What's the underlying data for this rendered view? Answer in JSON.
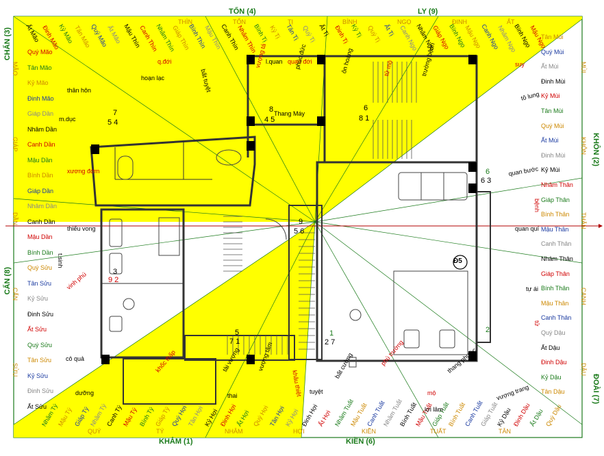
{
  "directions": {
    "top_left": "TỐN (4)",
    "top_right": "LY (9)",
    "right_top": "KHÔN (2)",
    "right_bottom": "ĐOÀI (7)",
    "bottom_left": "KHẢM (1)",
    "bottom_right": "KIỀN (6)",
    "left_top": "CHẤN (3)",
    "left_bottom": "CẤN (8)"
  },
  "top_ring": [
    "Ất Mão",
    "Đinh Mão",
    "Kỷ Mão",
    "Tân Mão",
    "Quý Mão",
    "Ất Mão",
    "Mậu Thìn",
    "Canh Thìn",
    "Nhâm Thìn",
    "Giáp Thìn",
    "Bính Thìn",
    "Mậu Thìn",
    "Canh Thìn",
    "Nhâm Thìn",
    "Bính Tị",
    "Kỷ Tị",
    "Tân Tị",
    "Quý Tị",
    "Ất Tị",
    "Đinh Tị",
    "Kỷ Tị",
    "Quý Tị",
    "Ất Tị",
    "Canh Ngọ",
    "Nhâm Ngọ",
    "Giáp Ngọ",
    "Bính Ngọ",
    "Mậu Ngọ",
    "Canh Ngọ",
    "Nhâm Ngọ",
    "Bính Ngọ",
    "Mậu Ngọ"
  ],
  "top_small": [
    "THÌN",
    "TỐN",
    "TỊ",
    "BÍNH",
    "NGỌ",
    "ĐINH",
    "ẤT"
  ],
  "right_ring": [
    "Tân Mùi",
    "Quý Mùi",
    "Ất Mùi",
    "Đinh Mùi",
    "Kỷ Mùi",
    "Tân Mùi",
    "Quý Mùi",
    "Ất Mùi",
    "Đinh Mùi",
    "Kỷ Mùi",
    "Nhâm Thân",
    "Giáp Thân",
    "Bính Thân",
    "Mậu Thân",
    "Canh Thân",
    "Nhâm Thân",
    "Giáp Thân",
    "Bính Thân",
    "Mậu Thân",
    "Canh Thân",
    "Quý Dậu",
    "Ất Dậu",
    "Đinh Dậu",
    "Kỷ Dậu",
    "Tân Dậu"
  ],
  "right_small": [
    "MÙI",
    "KHÔN",
    "THÂN",
    "CANH",
    "DẬU"
  ],
  "left_ring": [
    "Quý Mão",
    "Tân Mão",
    "Kỷ Mão",
    "Đinh Mão",
    "Giáp Dần",
    "Nhâm Dần",
    "Canh Dần",
    "Mậu Dần",
    "Bính Dần",
    "Giáp Dần",
    "Nhâm Dần",
    "Canh Dần",
    "Mậu Dần",
    "Bính Dần",
    "Quý Sửu",
    "Tân Sửu",
    "Kỷ Sửu",
    "Đinh Sửu",
    "Ất Sửu",
    "Quý Sửu",
    "Tân Sửu",
    "Kỷ Sửu",
    "Đinh Sửu",
    "Ất Sửu"
  ],
  "left_small": [
    "MÃO",
    "GIÁP",
    "DẦN",
    "CẤN",
    "SỬU"
  ],
  "bottom_ring": [
    "Nhâm Tý",
    "Mậu Tý",
    "Giáp Tý",
    "Nhâm Tý",
    "Canh Tý",
    "Mậu Tý",
    "Bính Tý",
    "Giáp Tý",
    "Quý Hợi",
    "Tân Hợi",
    "Kỷ Hợi",
    "Đinh Hợi",
    "Ất Hợi",
    "Quý Hợi",
    "Tân Hợi",
    "Kỷ Hợi",
    "Đinh Hợi",
    "Ất Hợi",
    "Nhâm Tuất",
    "Mậu Tuất",
    "Canh Tuất",
    "Nhâm Tuất",
    "Bính Tuất",
    "Mậu Tuất",
    "Giáp Tuất",
    "Bính Tuất",
    "Canh Tuất",
    "Giáp Tuất",
    "Kỷ Dậu",
    "Đinh Dậu",
    "Ất Dậu",
    "Quý Dậu"
  ],
  "bottom_small": [
    "QUÝ",
    "TÝ",
    "NHÂM",
    "HỢI",
    "KIỀN",
    "TUẤT",
    "TÂN"
  ],
  "annotations": [
    "q.đới",
    "hoạn lạc",
    "bất tuyệt",
    "quan đới",
    "phúc đức",
    "ôn hoàng",
    "tử mộ",
    "trường bệnh",
    "tô lung",
    "suy",
    "thân hôn",
    "m.dục",
    "xương đớm",
    "thiếu vong",
    "t.sinh",
    "vinh phú",
    "cô quả",
    "dưỡng",
    "khốc thấp",
    "tài vượng",
    "vượng tâm",
    "khâu thiệt",
    "tuyệt",
    "bất cường",
    "phú trường",
    "vượng trang",
    "thang phước",
    "mộ",
    "lợi lâm",
    "quan bước",
    "bệnh",
    "quan quí",
    "tự ái",
    "tử",
    "thai",
    "l.quan",
    "vượng tá"
  ],
  "rooms": {
    "elevator": "Thang Máy",
    "grid_top_left": "7",
    "grid_tl_2": "5  4",
    "elevator_num_top": "8",
    "elevator_num_bottom": "4  5",
    "stair_top_1": "6",
    "stair_top_2": "8  1",
    "center_1": "9",
    "center_2": "5  6",
    "left_room_1": "3",
    "left_room_2": "9  2",
    "bottom_stair_1": "5",
    "bottom_stair_2": "7  1",
    "middle_1": "1",
    "middle_2": "2  7",
    "right_top_1": "6",
    "right_top_2": "6  3",
    "right_bottom_1": "2",
    "marker": "Đ5"
  },
  "colors": {
    "yellow": "#ffff00",
    "green": "#1a7a1a",
    "red": "#d00000",
    "wall": "#000000"
  }
}
